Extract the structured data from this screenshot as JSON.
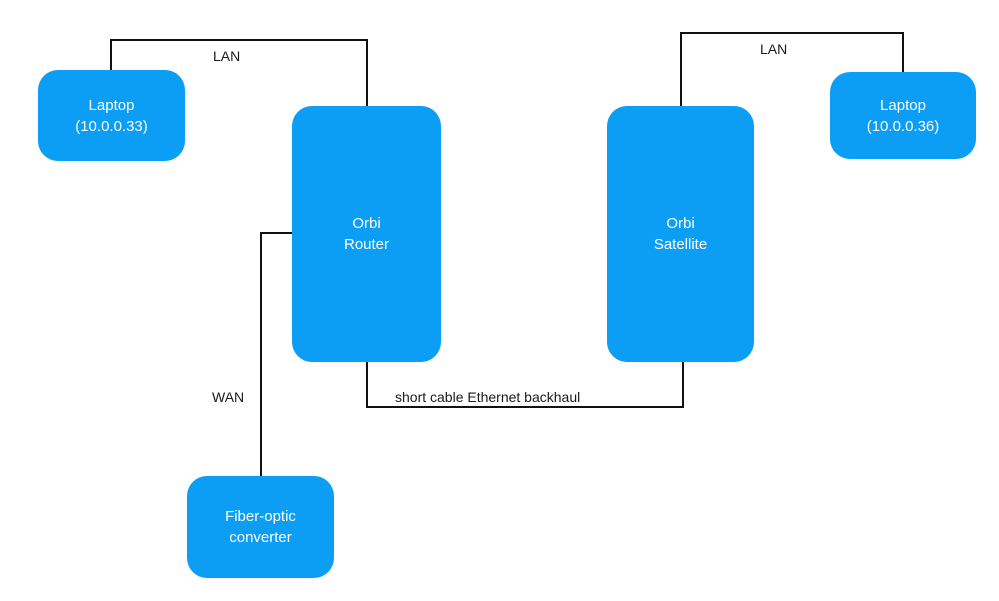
{
  "colors": {
    "node_fill": "#0c9df5",
    "node_text": "#ffffff",
    "wire": "#111111"
  },
  "nodes": {
    "laptop_left": {
      "lines": [
        "Laptop",
        "(10.0.0.33)"
      ]
    },
    "orbi_router": {
      "lines": [
        "Orbi",
        "Router"
      ]
    },
    "orbi_satellite": {
      "lines": [
        "Orbi",
        "Satellite"
      ]
    },
    "laptop_right": {
      "lines": [
        "Laptop",
        "(10.0.0.36)"
      ]
    },
    "fiber_converter": {
      "lines": [
        "Fiber-optic",
        "converter"
      ]
    }
  },
  "edges": {
    "lan_left": "LAN",
    "lan_right": "LAN",
    "wan": "WAN",
    "backhaul": "short cable Ethernet backhaul"
  }
}
